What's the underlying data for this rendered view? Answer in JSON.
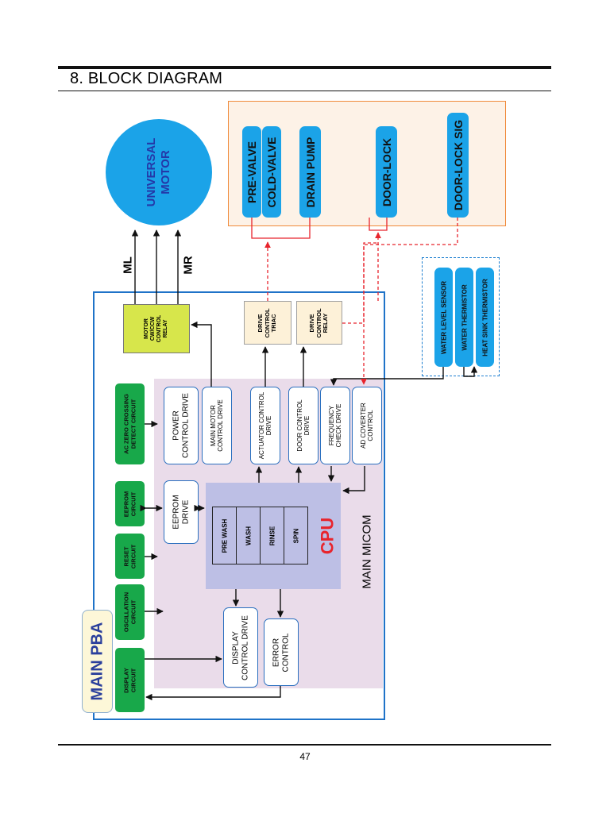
{
  "header": {
    "title": "8. BLOCK DIAGRAM"
  },
  "footer": {
    "page_number": "47"
  },
  "motor": {
    "line1": "UNIVERSAL",
    "line2": "MOTOR"
  },
  "motor_leads": {
    "left": "ML",
    "right": "MR"
  },
  "outputs": {
    "pre_valve": "PRE-VALVE",
    "cold_valve": "COLD-VALVE",
    "drain_pump": "DRAIN PUMP",
    "door_lock": "DOOR-LOCK",
    "door_lock_sig": "DOOR-LOCK SIG"
  },
  "sensors": {
    "water_level": "WATER LEVEL SENSOR",
    "water_thermistor": "WATER THERMISTOR",
    "heat_sink_thermistor": "HEAT SINK THERMISTOR"
  },
  "relays": {
    "motor_relay": [
      "MOTOR",
      "CW/CCW",
      "CONTROL",
      "RELAY"
    ],
    "drive_triac": [
      "DRIVE",
      "CONTROL",
      "TRIAC"
    ],
    "drive_relay": [
      "DRIVE",
      "CONTROL",
      "RELAY"
    ]
  },
  "drives": {
    "power": [
      "POWER",
      "CONTROL DRIVE"
    ],
    "main_motor": [
      "MAIN MOTOR",
      "CONTROL DRIVE"
    ],
    "actuator": [
      "ACTUATOR CONTROL",
      "DRIVE"
    ],
    "door": [
      "DOOR CONTROL",
      "DRIVE"
    ],
    "frequency": [
      "FREQUENCY",
      "CHECK DRIVE"
    ],
    "ad": [
      "AD COVERTER",
      "CONTROL"
    ],
    "eeprom": [
      "EEPROM",
      "DRIVE"
    ],
    "display": [
      "DISPLAY",
      "CONTROL DRIVE"
    ],
    "error": [
      "ERROR",
      "CONTROL"
    ]
  },
  "circuits": {
    "ac_zero": [
      "AC ZERO CROSSING",
      "DETECT CIRCUIT"
    ],
    "eeprom": [
      "EEPROM",
      "CIRCUIT"
    ],
    "reset": [
      "RESET",
      "CIRCUIT"
    ],
    "oscillation": [
      "OSCILLATION",
      "CIRCUIT"
    ],
    "display": [
      "DISPLAY",
      "CIRCUIT"
    ]
  },
  "cpu": {
    "label": "CPU",
    "steps": [
      "PRE WASH",
      "WASH",
      "RINSE",
      "SPIN"
    ]
  },
  "micom_label": "MAIN MICOM",
  "pba_label": "MAIN PBA",
  "colors": {
    "io_border": "#f08a3a",
    "pill": "#1ba3e8",
    "pba_border": "#1f73c8",
    "micom_bg": "#eadcea",
    "cpu_bg": "#bdbfe5",
    "cpu_text": "#e8242c",
    "circuit_green": "#18a84a",
    "relay_yellow": "#d7e64b",
    "dashed_red": "#e8242c"
  }
}
